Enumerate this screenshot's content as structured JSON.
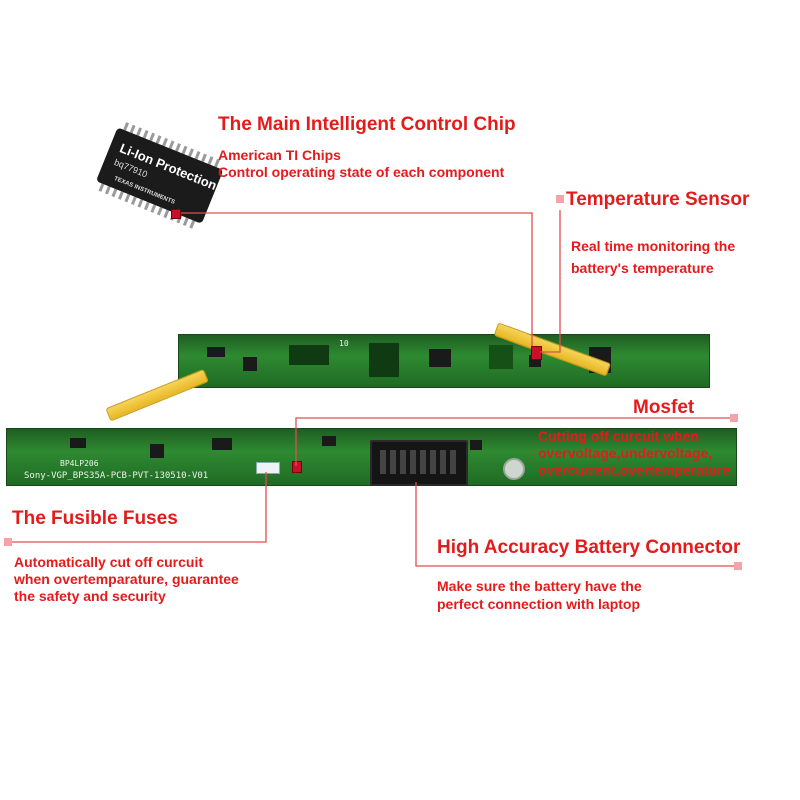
{
  "chip": {
    "line1": "Li-Ion Protection",
    "line2": "bq77910",
    "brand": "TEXAS INSTRUMENTS"
  },
  "board": {
    "top_label": "10",
    "bottom_label_1": "BP4LP206",
    "bottom_label_2": "Sony-VGP_BPS35A-PCB-PVT-130510-V01"
  },
  "callouts": {
    "control_chip": {
      "title": "The Main Intelligent Control Chip",
      "desc_line1": "American TI Chips",
      "desc_line2": "Control operating state of each component"
    },
    "temperature_sensor": {
      "title": "Temperature Sensor",
      "desc_line1": "Real time monitoring the",
      "desc_line2": "battery's temperature"
    },
    "mosfet": {
      "title": "Mosfet",
      "desc_line1": "Cutting off curcuit when",
      "desc_line2": "overvoltage,undervoltage,",
      "desc_line3": "overcurrent,overtemperature"
    },
    "fusible_fuses": {
      "title": "The Fusible Fuses",
      "desc_line1": "Automatically cut off curcuit",
      "desc_line2": "when overtemparature, guarantee",
      "desc_line3": "the safety and security"
    },
    "battery_connector": {
      "title": "High Accuracy Battery Connector",
      "desc_line1": "Make sure the battery have the",
      "desc_line2": "perfect connection with laptop"
    }
  },
  "colors": {
    "label": "#e31b1b",
    "leader_line": "#e24d4d",
    "pcb": "#2e8a31",
    "tape": "#f0c43a"
  }
}
